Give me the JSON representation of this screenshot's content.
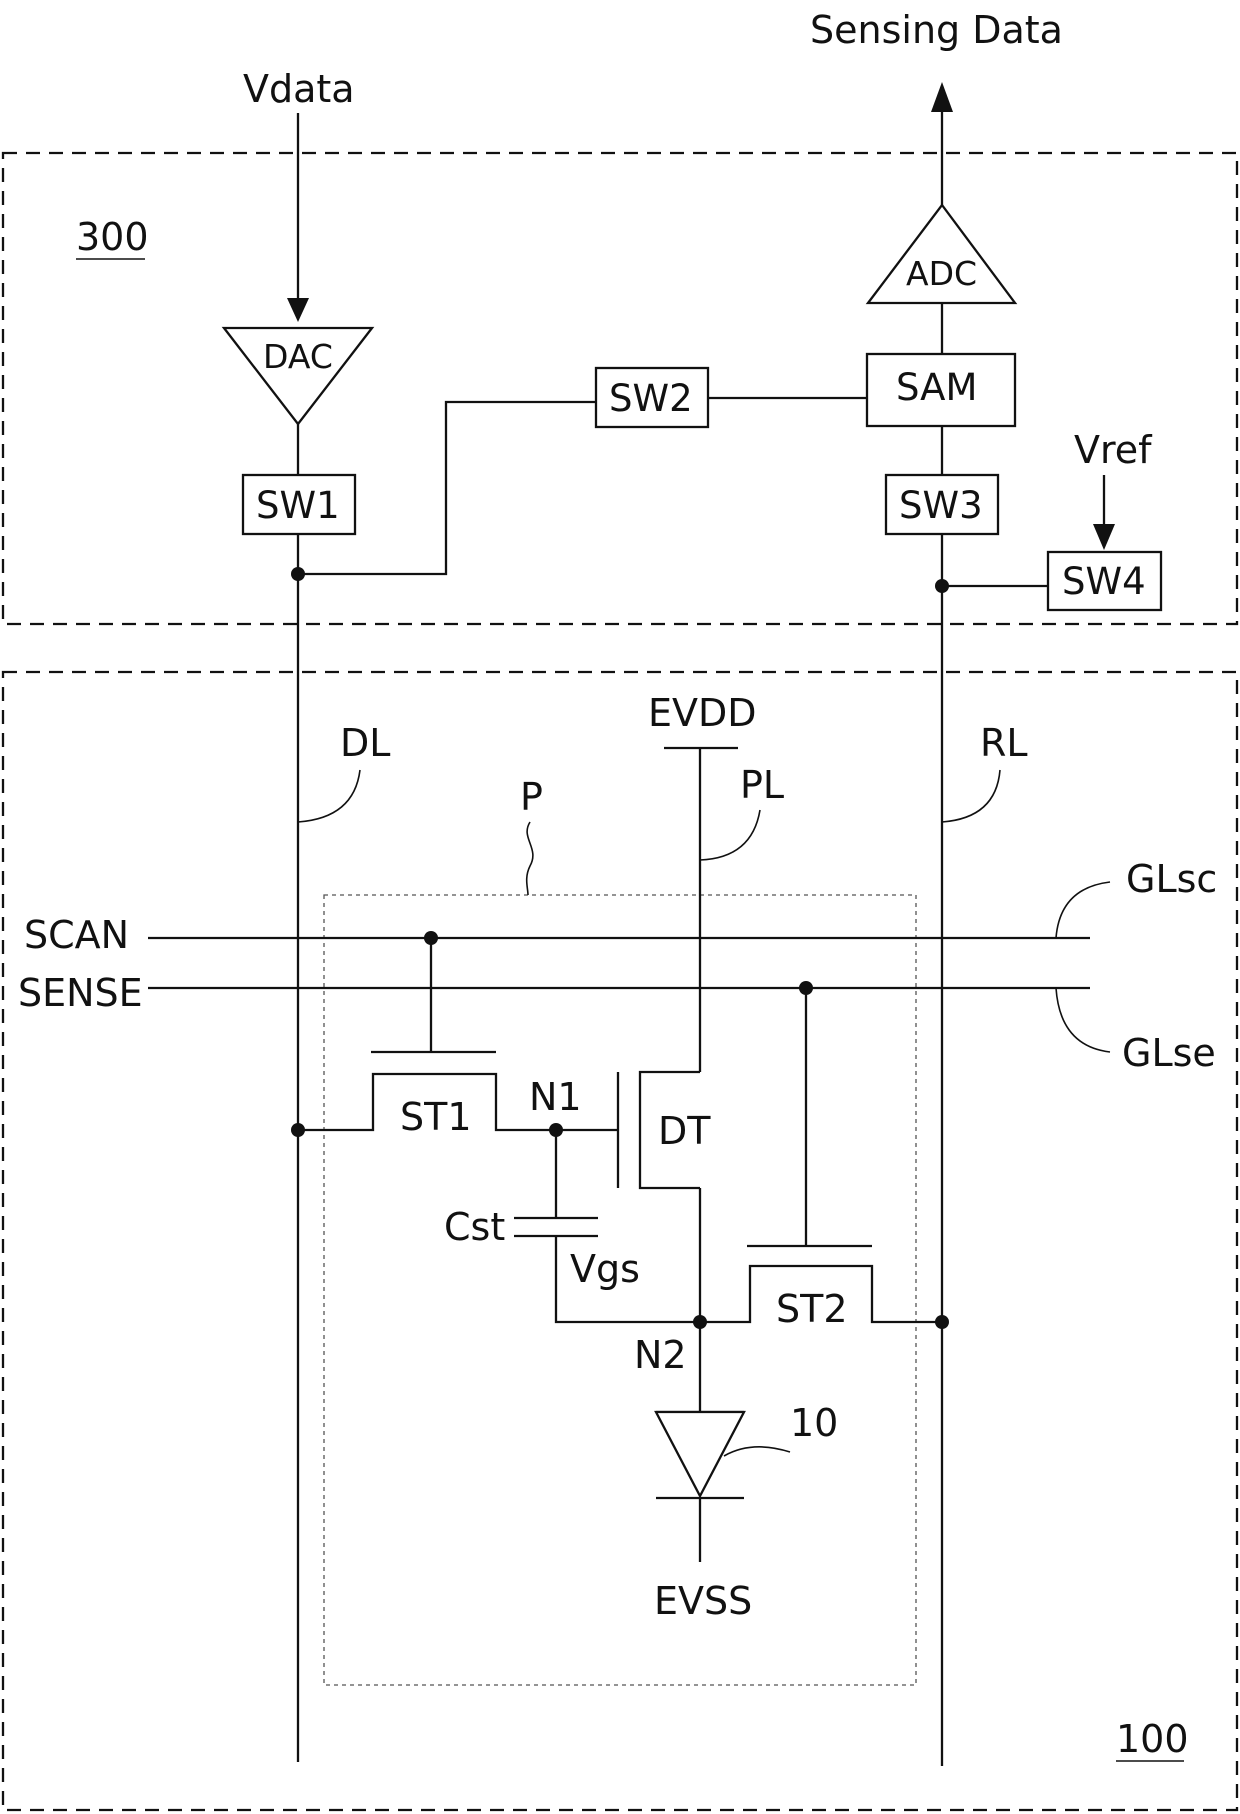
{
  "labels": {
    "vdata": "Vdata",
    "sensing_data": "Sensing Data",
    "block_300": "300",
    "block_100": "100",
    "dac": "DAC",
    "adc": "ADC",
    "sw1": "SW1",
    "sw2": "SW2",
    "sw3": "SW3",
    "sw4": "SW4",
    "sam": "SAM",
    "vref": "Vref",
    "dl": "DL",
    "rl": "RL",
    "evdd": "EVDD",
    "pl": "PL",
    "p": "P",
    "glsc": "GLsc",
    "glse": "GLse",
    "scan": "SCAN",
    "sense": "SENSE",
    "st1": "ST1",
    "st2": "ST2",
    "n1": "N1",
    "n2": "N2",
    "dt": "DT",
    "cst": "Cst",
    "vgs": "Vgs",
    "oled": "10",
    "evss": "EVSS"
  }
}
